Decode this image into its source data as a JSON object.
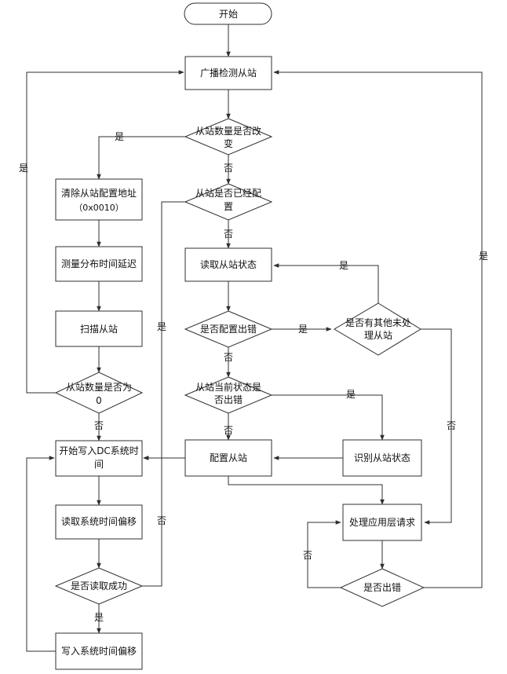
{
  "flow": {
    "start": "开始",
    "broadcast": "广播检测从站",
    "d_count_changed_1": "从站数量是否改",
    "d_count_changed_2": "变",
    "clear_addr_1": "清除从站配置地址",
    "clear_addr_2": "（0x0010）",
    "measure_delay": "测量分布时间延迟",
    "scan_slaves": "扫描从站",
    "d_count_zero_1": "从站数量是否为",
    "d_count_zero_2": "0",
    "write_dc_1": "开始写入DC系统时",
    "write_dc_2": "间",
    "read_offset": "读取系统时间偏移",
    "d_read_ok": "是否读取成功",
    "write_offset": "写入系统时间偏移",
    "d_configured_1": "从站是否已经配",
    "d_configured_2": "置",
    "read_status": "读取从站状态",
    "d_config_err": "是否配置出错",
    "d_other_1": "是否有其他未处",
    "d_other_2": "理从站",
    "d_cur_err_1": "从站当前状态是",
    "d_cur_err_2": "否出错",
    "config_slave": "配置从站",
    "identify_status": "识别从站状态",
    "handle_app": "处理应用层请求",
    "d_error": "是否出错"
  },
  "labels": {
    "yes": "是",
    "no": "否"
  }
}
